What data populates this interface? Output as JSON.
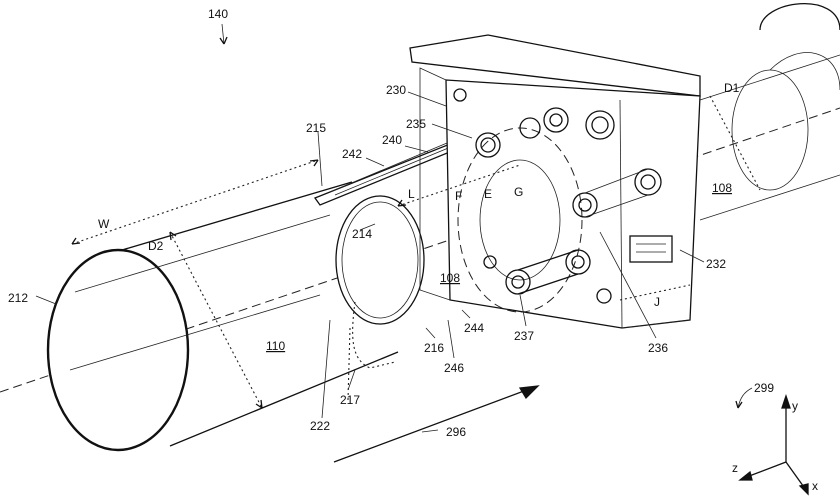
{
  "figure": {
    "labels": {
      "fig_ref": "140",
      "tube_end": "212",
      "slot_end": "215",
      "strip": "242",
      "rod": "240",
      "block": "230",
      "ring": "235",
      "tube_main": "110",
      "dim_w": "W",
      "dim_d2": "D2",
      "dim_l": "L",
      "inner_end": "214",
      "dim_f": "F",
      "dim_e": "E",
      "dim_g": "G",
      "axis_108_left": "108",
      "axis_108_right": "108",
      "dim_d1": "D1",
      "dim_j": "J",
      "connector": "232",
      "bolt_236": "236",
      "bolt_237": "237",
      "bore_216": "216",
      "edge_244": "244",
      "edge_246": "246",
      "corner_217": "217",
      "seam_222": "222",
      "direction": "296",
      "coord_ref": "299",
      "axis_y": "y",
      "axis_z": "z",
      "axis_x": "x"
    }
  }
}
